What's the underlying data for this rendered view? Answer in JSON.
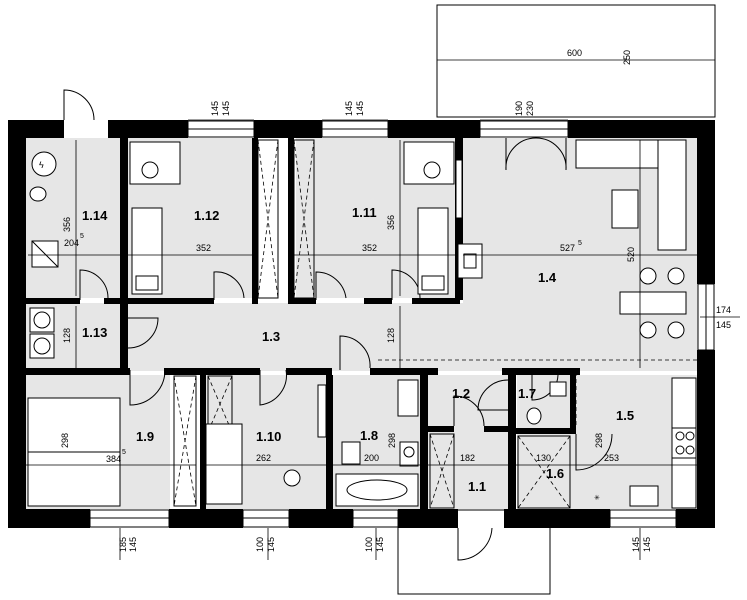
{
  "rooms": {
    "r114": "1.14",
    "r112": "1.12",
    "r111": "1.11",
    "r14": "1.4",
    "r113": "1.13",
    "r13": "1.3",
    "r19": "1.9",
    "r110": "1.10",
    "r18": "1.8",
    "r12": "1.2",
    "r17": "1.7",
    "r15": "1.5",
    "r11": "1.1",
    "r16": "1.6"
  },
  "dims": {
    "d600": "600",
    "d250": "250",
    "d145a": "145",
    "d145b": "145",
    "d145c": "145",
    "d145d": "145",
    "d190": "190",
    "d230": "230",
    "d356a": "356",
    "d204": "204",
    "d5a": "5",
    "d352a": "352",
    "d356b": "356",
    "d352b": "352",
    "d527": "527",
    "d5b": "5",
    "d520": "520",
    "d174": "174",
    "d145e": "145",
    "d128a": "128",
    "d128b": "128",
    "d298a": "298",
    "d384": "384",
    "d5c": "5",
    "d262": "262",
    "d298b": "298",
    "d200": "200",
    "d182": "182",
    "d130": "130",
    "d298c": "298",
    "d253": "253",
    "d185": "185",
    "d145f": "145",
    "d100a": "100",
    "d145g": "145",
    "d100b": "100",
    "d145h": "145",
    "d145i": "145",
    "d145j": "145"
  },
  "colors": {
    "wall": "#000000",
    "room": "#e6e6e6"
  }
}
